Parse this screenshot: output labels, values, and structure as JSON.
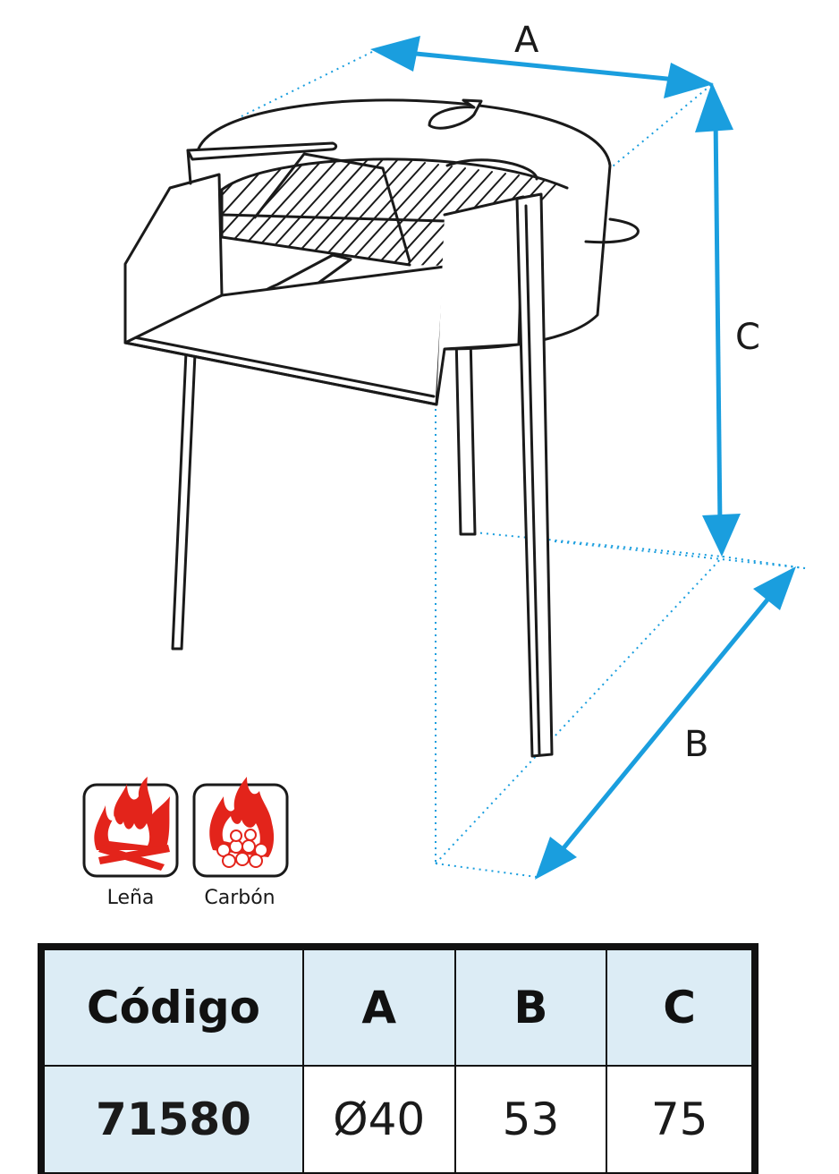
{
  "dimension_labels": {
    "a": "A",
    "b": "B",
    "c": "C"
  },
  "fuel_types": [
    {
      "label": "Leña",
      "icon": "firewood-flame-icon"
    },
    {
      "label": "Carbón",
      "icon": "charcoal-flame-icon"
    }
  ],
  "colors": {
    "arrow": "#1a9ede",
    "flame": "#e3241b",
    "header_bg": "#dcecf5",
    "row_bg": "#dcecf5",
    "line": "#1a1a1a"
  },
  "table": {
    "headers": [
      "Código",
      "A",
      "B",
      "C"
    ],
    "rows": [
      [
        "71580",
        "Ø40",
        "53",
        "75"
      ]
    ]
  }
}
